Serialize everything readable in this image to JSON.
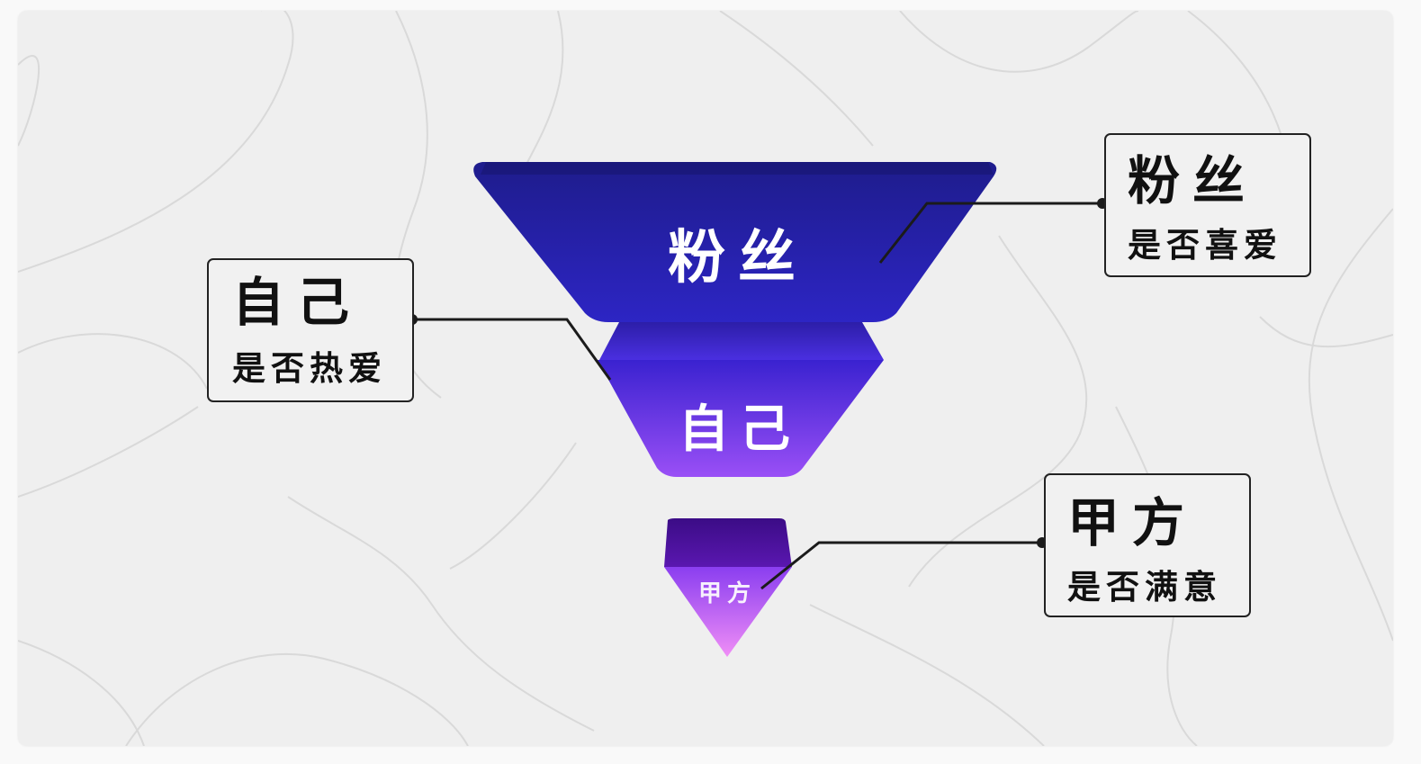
{
  "funnel": {
    "layers": [
      {
        "label": "粉丝",
        "color_top": "#23209a",
        "color_bottom": "#2f25c8"
      },
      {
        "label": "自己",
        "color_top": "#3e25d6",
        "color_bottom": "#8c46f4"
      },
      {
        "label": "甲方",
        "color_top": "#4a0f9c",
        "color_bottom": "#e57ff4"
      }
    ]
  },
  "callouts": {
    "fans": {
      "title": "粉丝",
      "subtitle": "是否喜爱"
    },
    "self": {
      "title": "自己",
      "subtitle": "是否热爱"
    },
    "client": {
      "title": "甲方",
      "subtitle": "是否满意"
    }
  },
  "colors": {
    "background": "#efefef",
    "outline": "#222222",
    "text": "#111111"
  }
}
